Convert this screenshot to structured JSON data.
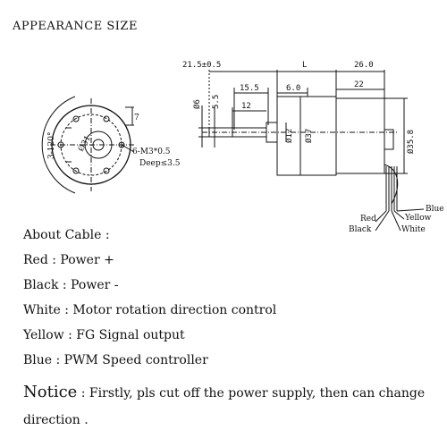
{
  "title": "APPEARANCE SIZE",
  "front_view": {
    "angle_label": "3-120°",
    "hole_label": "6-M3*0.5",
    "deep_label": "Deep≤3.5",
    "dim_7": "7",
    "dim_31": "Ø31"
  },
  "side_view": {
    "dim_21_5": "21.5±0.5",
    "dim_L": "L",
    "dim_26": "26.0",
    "dim_15_5": "15.5",
    "dim_6_0": "6.0",
    "dim_22": "22",
    "dim_12_len": "12",
    "dim_d6": "Ø6",
    "dim_5_5": "5.5",
    "dim_d12": "Ø12",
    "dim_d37": "Ø37",
    "dim_d35_8": "Ø35.8"
  },
  "wires": {
    "red": "Red",
    "black": "Black",
    "white": "White",
    "yellow": "Yellow",
    "blue": "Blue"
  },
  "cable": {
    "heading": "About Cable :",
    "items": [
      "Red : Power +",
      "Black : Power -",
      "White : Motor rotation direction control",
      "Yellow : FG Signal output",
      "Blue : PWM Speed controller"
    ]
  },
  "notice": {
    "word": "Notice",
    "text": " : Firstly, pls cut off the power supply, then can change direction ."
  }
}
